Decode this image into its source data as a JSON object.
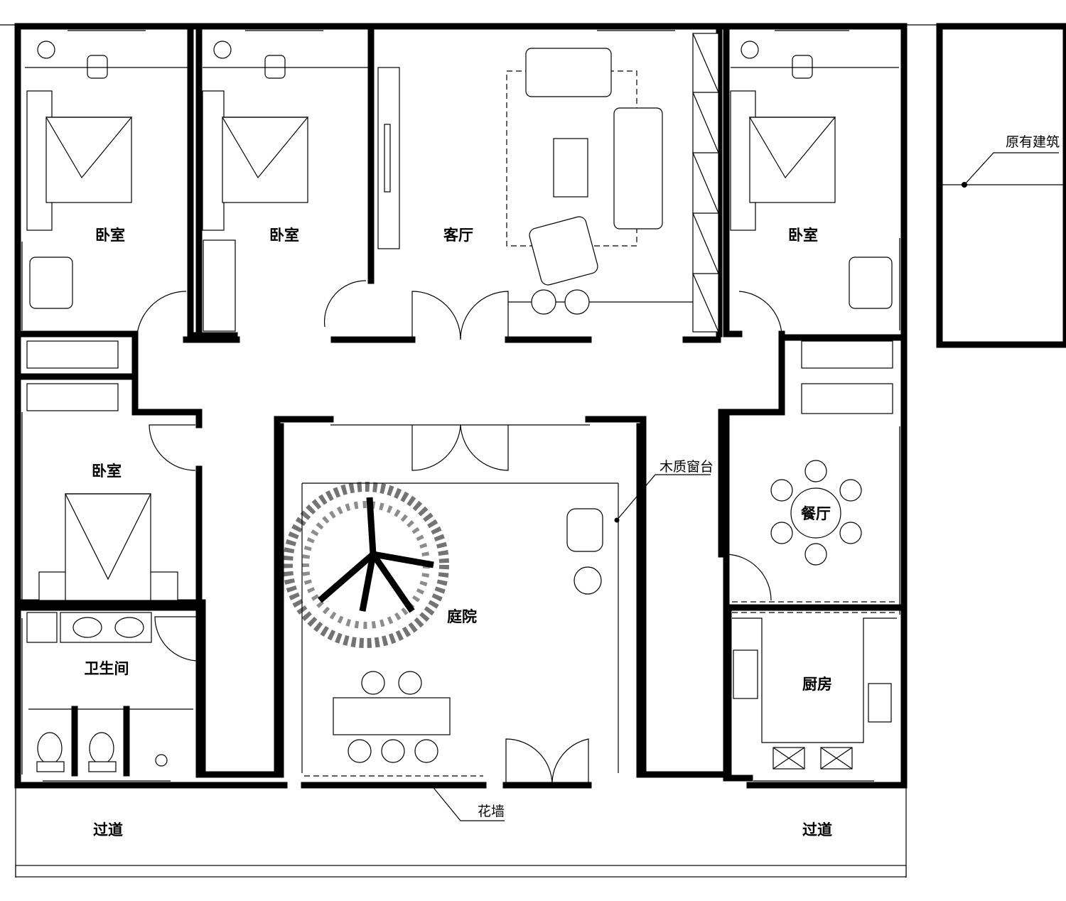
{
  "title": "四合院平面图",
  "rooms": {
    "bedroom_1": "卧室",
    "bedroom_2": "卧室",
    "living_room": "客厅",
    "bedroom_3": "卧室",
    "bedroom_4": "卧室",
    "bathroom": "卫生间",
    "courtyard": "庭院",
    "dining_room": "餐厅",
    "kitchen": "厨房",
    "passage_left": "过道",
    "passage_right": "过道"
  },
  "annotations": {
    "existing_building": "原有建筑",
    "wooden_window_sill": "木质窗台",
    "flower_wall": "花墙"
  }
}
